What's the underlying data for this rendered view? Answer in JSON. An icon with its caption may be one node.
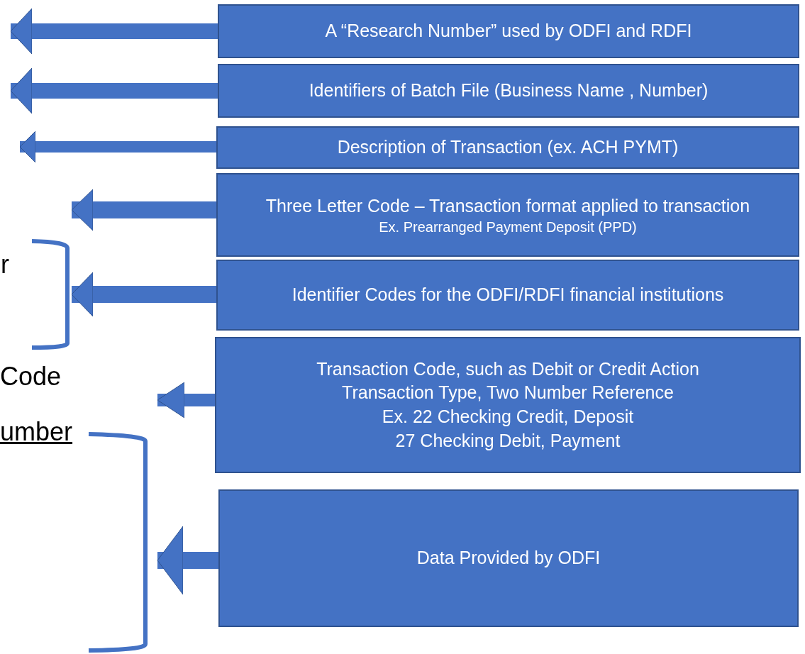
{
  "diagram": {
    "nodes": [
      {
        "text": [
          "A “Research Number” used by ODFI and RDFI"
        ]
      },
      {
        "text": [
          "Identifiers of Batch File (Business Name , Number)"
        ]
      },
      {
        "text": [
          "Description of Transaction (ex. ACH PYMT)"
        ]
      },
      {
        "text": [
          "Three Letter Code – Transaction format applied to transaction",
          "Ex. Prearranged Payment Deposit (PPD)"
        ]
      },
      {
        "text": [
          "Identifier Codes for the ODFI/RDFI financial institutions"
        ]
      },
      {
        "text": [
          "Transaction Code, such as Debit or Credit Action",
          "Transaction Type, Two Number Reference",
          "Ex. 22 Checking Credit, Deposit",
          "27 Checking Debit, Payment"
        ]
      },
      {
        "text": [
          "Data Provided by ODFI"
        ]
      },
      {
        "text": [],
        "shape": "bracket"
      },
      {
        "text": [],
        "shape": "bracket"
      }
    ],
    "edges": [
      {
        "from": 0,
        "to": null,
        "arrow": "to"
      },
      {
        "from": 1,
        "to": null,
        "arrow": "to"
      },
      {
        "from": 2,
        "to": null,
        "arrow": "to"
      },
      {
        "from": 3,
        "to": 7,
        "arrow": "to"
      },
      {
        "from": 4,
        "to": 7,
        "arrow": "to"
      },
      {
        "from": 5,
        "to": 8,
        "arrow": "to"
      },
      {
        "from": 6,
        "to": 8,
        "arrow": "to"
      }
    ],
    "labels": [
      "r",
      "Code",
      "umber"
    ]
  }
}
